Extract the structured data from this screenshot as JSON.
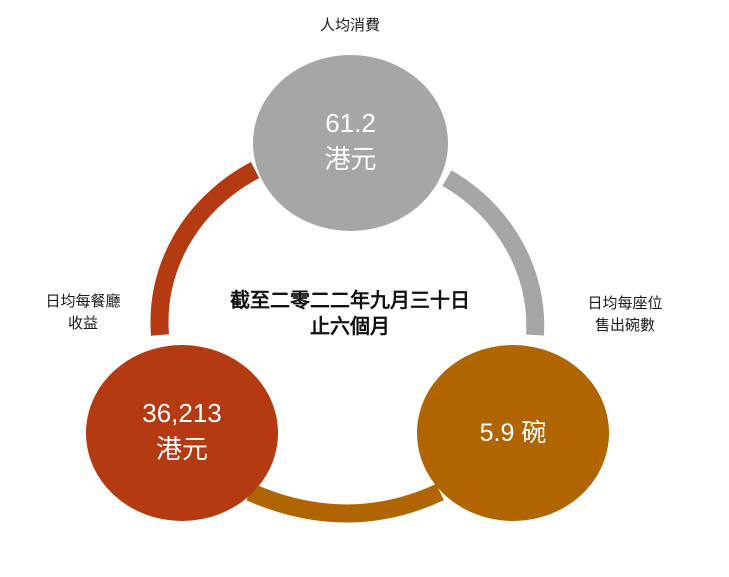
{
  "colors": {
    "gray": "#a6a6a6",
    "red": "#b43a12",
    "amber": "#b06500"
  },
  "center": {
    "line1": "截至二零二二年九月三十日",
    "line2": "止六個月"
  },
  "nodes": {
    "top": {
      "label": "人均消費",
      "value": "61.2",
      "unit": "港元"
    },
    "left": {
      "label_line1": "日均每餐廳",
      "label_line2": "收益",
      "value": "36,213",
      "unit": "港元"
    },
    "right": {
      "label_line1": "日均每座位",
      "label_line2": "售出碗數",
      "value": "5.9 碗"
    }
  }
}
